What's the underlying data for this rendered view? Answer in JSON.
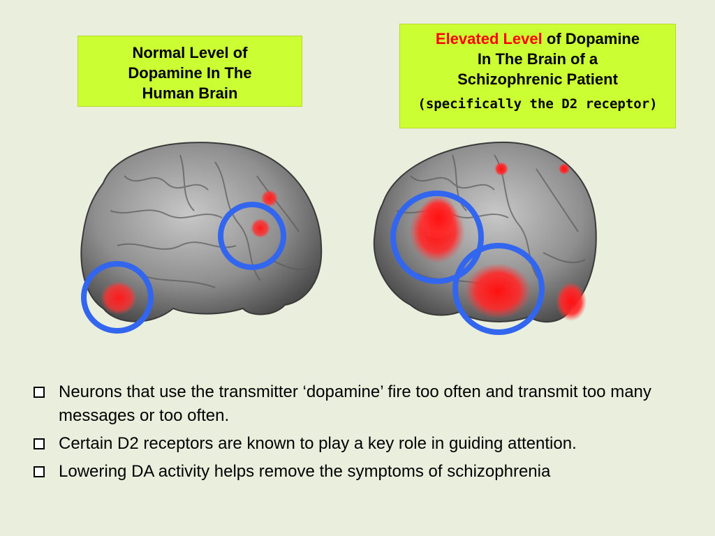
{
  "normal_label": {
    "line1": "Normal Level of",
    "line2": "Dopamine In The",
    "line3": "Human Brain"
  },
  "elevated_label": {
    "highlight": "Elevated Level",
    "line1_rest": " of Dopamine",
    "line2": "In The Brain of a",
    "line3": "Schizophrenic Patient",
    "subtitle": "(specifically the D2 receptor)"
  },
  "bullets": [
    {
      "text": "Neurons that use the transmitter ‘dopamine’ fire too often and transmit too many messages or too often."
    },
    {
      "text": "Certain D2 receptors are known to play a key role in guiding attention."
    },
    {
      "text": "Lowering DA activity helps remove the symptoms of schizophrenia"
    }
  ],
  "colors": {
    "background": "#e9eedd",
    "label_box": "#ccff33",
    "highlight_text": "#ff0000",
    "circle": "#3366ee",
    "dopamine_spot": "#ff1a1a",
    "brain": "#8c8c8c"
  }
}
